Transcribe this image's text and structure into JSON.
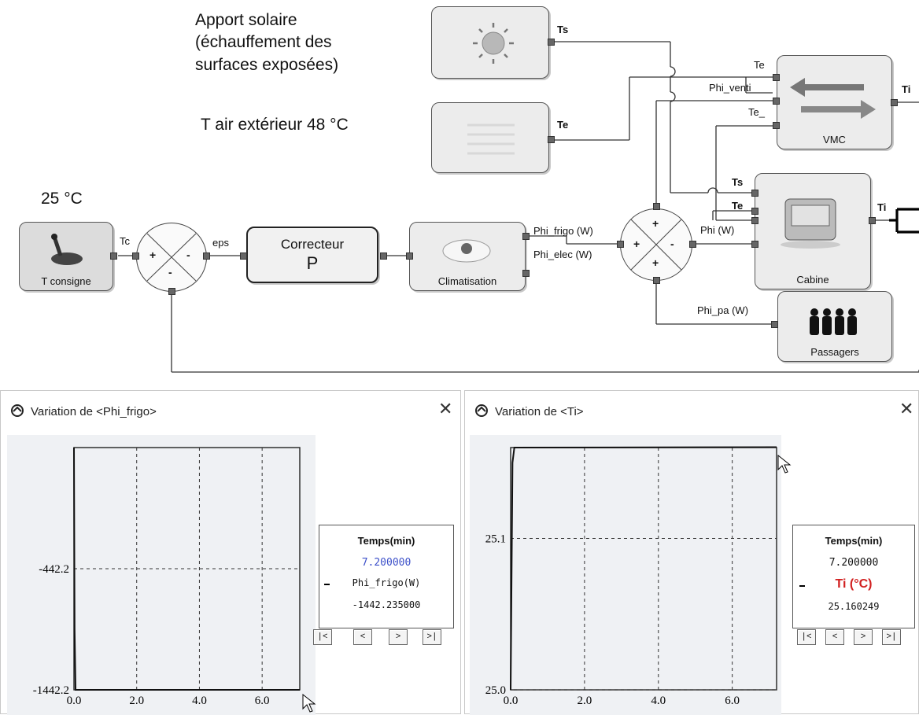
{
  "diagram": {
    "apport_solaire": [
      "Apport solaire",
      "(échauffement des",
      "surfaces exposées)"
    ],
    "t_air_ext": "T air extérieur 48 °C",
    "consigne_value": "25 °C",
    "blocks": {
      "t_consigne": "T consigne",
      "correcteur_line1": "Correcteur",
      "correcteur_line2": "P",
      "climatisation": "Climatisation",
      "vmc": "VMC",
      "cabine": "Cabine",
      "passagers": "Passagers"
    },
    "ports": {
      "ts_sun": "Ts",
      "te_air": "Te",
      "tc": "Tc",
      "eps": "eps",
      "phi_frigo": "Phi_frigo (W)",
      "phi_elec": "Phi_elec (W)",
      "phi": "Phi (W)",
      "phi_pa": "Phi_pa (W)",
      "vmc_te1": "Te",
      "vmc_phi_venti": "Phi_venti",
      "vmc_te2": "Te_",
      "vmc_ti": "Ti",
      "cab_ts": "Ts",
      "cab_te": "Te",
      "cab_ti": "Ti"
    },
    "signs": {
      "sum1_left": "+",
      "sum1_right": "-",
      "sum1_bottom": "-",
      "sum2_top": "+",
      "sum2_left": "+",
      "sum2_right": "-",
      "sum2_bottom": "+"
    }
  },
  "panels": [
    {
      "title": "Variation de <Phi_frigo>",
      "legend": {
        "header": "Temps(min)",
        "time_value": "7.200000",
        "series_name": "Phi_frigo(W)",
        "series_value": "-1442.235000",
        "buttons": [
          "|<",
          "<",
          ">",
          ">|"
        ]
      }
    },
    {
      "title": "Variation de <Ti>",
      "legend": {
        "header": "Temps(min)",
        "time_value": "7.200000",
        "series_name": "Ti (°C)",
        "series_value": "25.160249",
        "buttons": [
          "|<",
          "<",
          ">",
          ">|"
        ]
      }
    }
  ],
  "colors": {
    "time_value_left": "#3b4fc9",
    "series_name_right": "#d11f1f",
    "plot_bg": "#eff1f4"
  },
  "chart_data": [
    {
      "type": "line",
      "title": "Variation de <Phi_frigo>",
      "xlabel": "Temps(min)",
      "ylabel": "Phi_frigo(W)",
      "xlim": [
        0,
        7.2
      ],
      "ylim": [
        -1442.2,
        557.8
      ],
      "xticks": [
        "0.0",
        "2.0",
        "4.0",
        "6.0"
      ],
      "yticks": [
        "-442.2",
        "-1442.2"
      ],
      "grid": true,
      "series": [
        {
          "name": "Phi_frigo(W)",
          "x": [
            0,
            0.02,
            0.05,
            7.2
          ],
          "y": [
            557.8,
            -940,
            -1442.235,
            -1442.235
          ]
        }
      ]
    },
    {
      "type": "line",
      "title": "Variation de <Ti>",
      "xlabel": "Temps(min)",
      "ylabel": "Ti (°C)",
      "xlim": [
        0,
        7.2
      ],
      "ylim": [
        25.0,
        25.16
      ],
      "xticks": [
        "0.0",
        "2.0",
        "4.0",
        "6.0"
      ],
      "yticks": [
        "25.1",
        "25.0"
      ],
      "grid": true,
      "series": [
        {
          "name": "Ti (°C)",
          "x": [
            0,
            0.05,
            0.1,
            7.2
          ],
          "y": [
            25.0,
            25.15,
            25.16,
            25.160249
          ]
        }
      ]
    }
  ]
}
